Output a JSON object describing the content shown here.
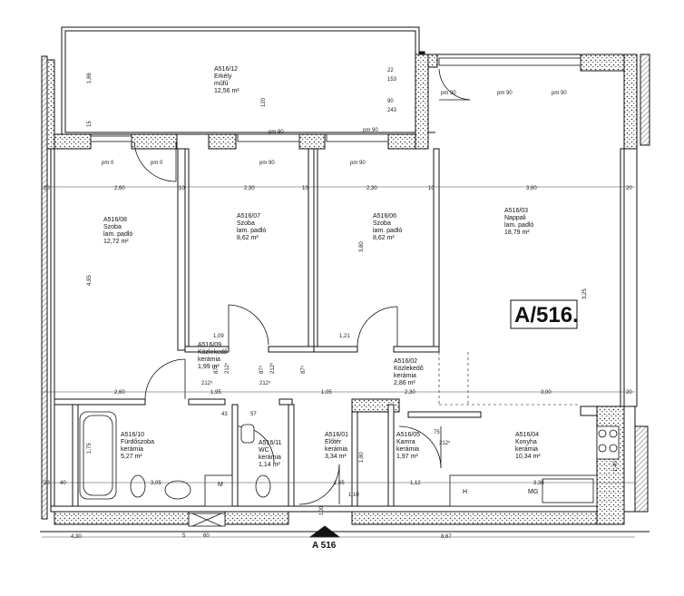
{
  "unit_label": "A/516.",
  "section_mark": "A 516",
  "rooms": [
    {
      "id": "A516/12",
      "name": "Erkély",
      "finish": "műfű",
      "area": "12,56 m²"
    },
    {
      "id": "A516/08",
      "name": "Szoba",
      "finish": "lam. padló",
      "area": "12,72 m²"
    },
    {
      "id": "A516/07",
      "name": "Szoba",
      "finish": "lam. padló",
      "area": "8,62 m²"
    },
    {
      "id": "A516/06",
      "name": "Szoba",
      "finish": "lam. padló",
      "area": "8,62 m²"
    },
    {
      "id": "A516/03",
      "name": "Nappali",
      "finish": "lam. padló",
      "area": "18,79 m²"
    },
    {
      "id": "A516/09",
      "name": "Közlekedő",
      "finish": "kerámia",
      "area": "1,99 m²"
    },
    {
      "id": "A516/02",
      "name": "Közlekedő",
      "finish": "kerámia",
      "area": "2,86 m²"
    },
    {
      "id": "A516/10",
      "name": "Fürdőszoba",
      "finish": "kerámia",
      "area": "5,27 m²"
    },
    {
      "id": "A516/11",
      "name": "WC",
      "finish": "kerámia",
      "area": "1,14 m²"
    },
    {
      "id": "A516/01",
      "name": "Előtér",
      "finish": "kerámia",
      "area": "3,34 m²"
    },
    {
      "id": "A516/05",
      "name": "Kamra",
      "finish": "kerámia",
      "area": "1,97 m²"
    },
    {
      "id": "A516/04",
      "name": "Konyha",
      "finish": "kerámia",
      "area": "10,34 m²"
    }
  ],
  "dims": {
    "d20a": "20",
    "d260a": "2,60",
    "d10a": "10",
    "d230a": "2,30",
    "d10b": "10",
    "d230b": "2,30",
    "d10c": "10",
    "d360": "3,60",
    "d20b": "20",
    "d495": "4,95",
    "d380": "3,80",
    "d325": "3,25",
    "d260b": "2,60",
    "d195": "1,95",
    "d105": "1,05",
    "d230c": "2,30",
    "d300": "3,00",
    "d20c": "20",
    "d20d": "20",
    "d40": "40",
    "d305": "3,05",
    "d165": "1,65",
    "d112": "1,12",
    "d338": "3,38",
    "d430": "4,30",
    "d867": "8,67",
    "d110": "1,10",
    "d175": "1,75",
    "d180": "1,80",
    "d140": "1,40",
    "d186": "1,86",
    "d15": "15",
    "d22": "22",
    "d153": "153",
    "d90": "90",
    "d243": "243",
    "d109": "1,09",
    "d121": "1,21",
    "d100": "100",
    "d120": "120",
    "d5": "5",
    "d60": "60",
    "d43": "43",
    "d57": "57",
    "d75": "75"
  },
  "marks": {
    "pm0a": "pm 0",
    "pm0b": "pm 0",
    "pm90a": "pm 90",
    "pm90b": "pm 90",
    "pm90c": "pm 90",
    "pm90d": "pm 90",
    "pm90e": "pm 90",
    "pm90f": "pm 90",
    "pm90g": "pm 90",
    "h": "H",
    "mg": "MG",
    "m": "M",
    "v87a": "87⁵",
    "v212a": "212⁵",
    "v87b": "87⁵",
    "v212b": "212⁵",
    "v87c": "87⁵",
    "v212c": "212⁵",
    "v212d": "212⁵",
    "v212e": "212⁵"
  }
}
